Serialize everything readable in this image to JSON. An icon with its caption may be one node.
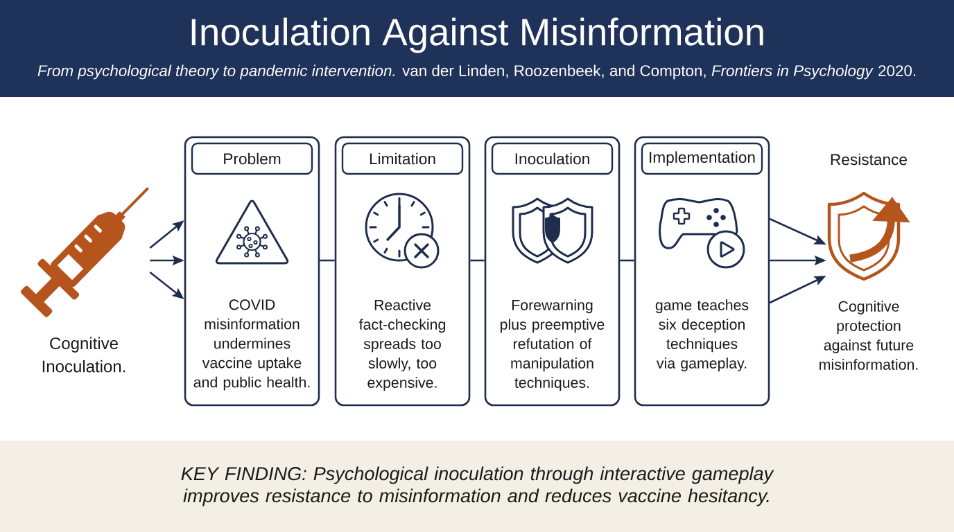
{
  "diagram": {
    "title": "Inoculation Against Misinformation",
    "nodes": [
      {
        "text": [],
        "shape": "picture",
        "beside": [
          "Cognitive Inoculation."
        ]
      },
      {
        "text": [
          "COVID misinformation undermines vaccine uptake and public health."
        ]
      },
      {
        "text": [
          "Problem"
        ],
        "in": 1
      },
      {
        "text": [
          "Reactive fact-checking spreads too slowly, too expensive."
        ]
      },
      {
        "text": [
          "Limitation"
        ],
        "in": 3
      },
      {
        "text": [
          "Forewarning plus preemptive refutation of manipulation techniques."
        ]
      },
      {
        "text": [
          "Inoculation"
        ],
        "in": 5
      },
      {
        "text": [
          "game teaches six deception techniques via gameplay."
        ]
      },
      {
        "text": [
          "Implementation"
        ],
        "in": 7
      },
      {
        "text": [],
        "shape": "picture",
        "beside": [
          "Resistance",
          "Cognitive protection against future misinformation."
        ]
      },
      {
        "text": [
          "KEY FINDING: Psychological inoculation through interactive gameplay improves resistance to misinformation and reduces vaccine hesitancy."
        ]
      }
    ],
    "edges": [
      {
        "from": 0,
        "to": 1,
        "arrow": "to"
      },
      {
        "from": 0,
        "to": 1,
        "arrow": "to"
      },
      {
        "from": 0,
        "to": 1,
        "arrow": "to"
      },
      {
        "from": 1,
        "to": 3,
        "arrow": "none"
      },
      {
        "from": 3,
        "to": 5,
        "arrow": "none"
      },
      {
        "from": 5,
        "to": 7,
        "arrow": "none"
      },
      {
        "from": 7,
        "to": 9,
        "arrow": "to"
      },
      {
        "from": 7,
        "to": 9,
        "arrow": "to"
      },
      {
        "from": 7,
        "to": 9,
        "arrow": "to"
      }
    ],
    "labels": [
      "*From psychological theory to pandemic intervention.* van der Linden, Roozenbeek, and Compton, *Frontiers in Psychology* 2020."
    ]
  }
}
